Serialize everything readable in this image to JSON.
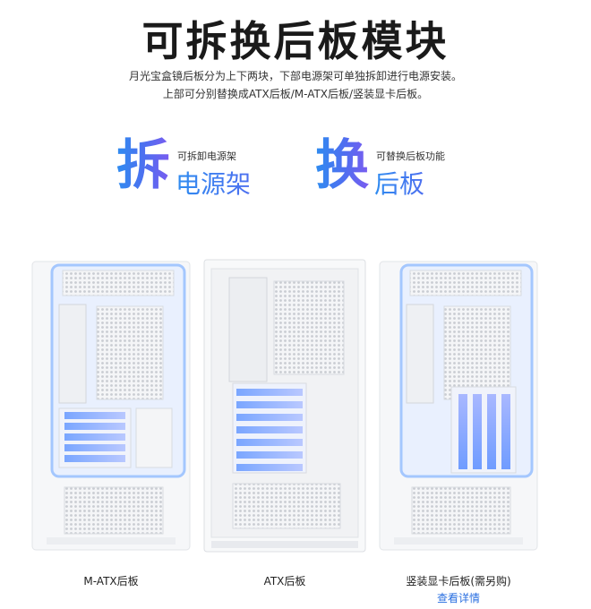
{
  "title": "可拆换后板模块",
  "description": {
    "line1": "月光宝盒镜后板分为上下两块，下部电源架可单独拆卸进行电源安装。",
    "line2": "上部可分别替换成ATX后板/M-ATX后板/竖装显卡后板。"
  },
  "features": [
    {
      "big_char": "拆",
      "small_text": "可拆卸电源架",
      "big_text": "电源架"
    },
    {
      "big_char": "换",
      "small_text": "可替换后板功能",
      "big_text": "后板"
    }
  ],
  "options": [
    {
      "caption": "M-ATX后板"
    },
    {
      "caption": "ATX后板"
    },
    {
      "caption": "竖装显卡后板(需另购)",
      "link": "查看详情"
    }
  ],
  "colors": {
    "accent_gradient_start": "#2f8cf0",
    "accent_gradient_end": "#7b5cf0",
    "link": "#2a6fe0",
    "highlight_glow": "#8ab8ff"
  }
}
